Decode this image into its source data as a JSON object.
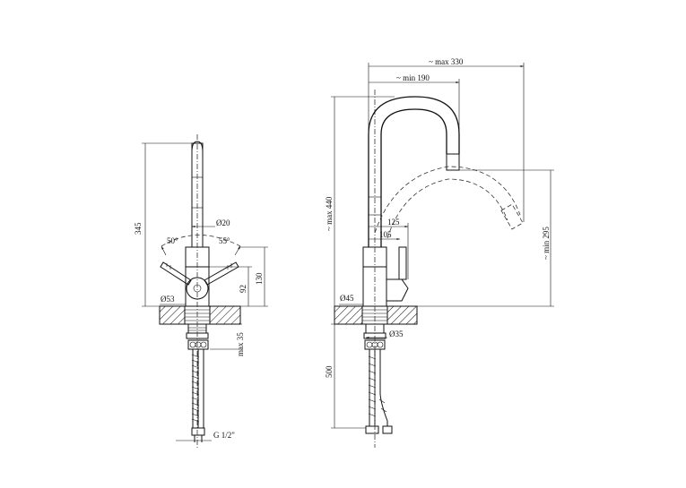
{
  "dimensions": {
    "left_view": {
      "height_total": "345",
      "spout_diameter": "Ø20",
      "angle_left": "50°",
      "angle_right": "55°",
      "height_130": "130",
      "height_92": "92",
      "base_diameter": "Ø53",
      "max_35": "max 35",
      "thread": "G 1/2\""
    },
    "right_view": {
      "max_330": "~ max 330",
      "min_190": "~ min 190",
      "max_440": "~ max 440",
      "dim_125": "125",
      "dim_105": "105",
      "min_295": "~ min 295",
      "dim_45": "Ø45",
      "dim_35": "Ø35",
      "hose_500": "500"
    }
  }
}
